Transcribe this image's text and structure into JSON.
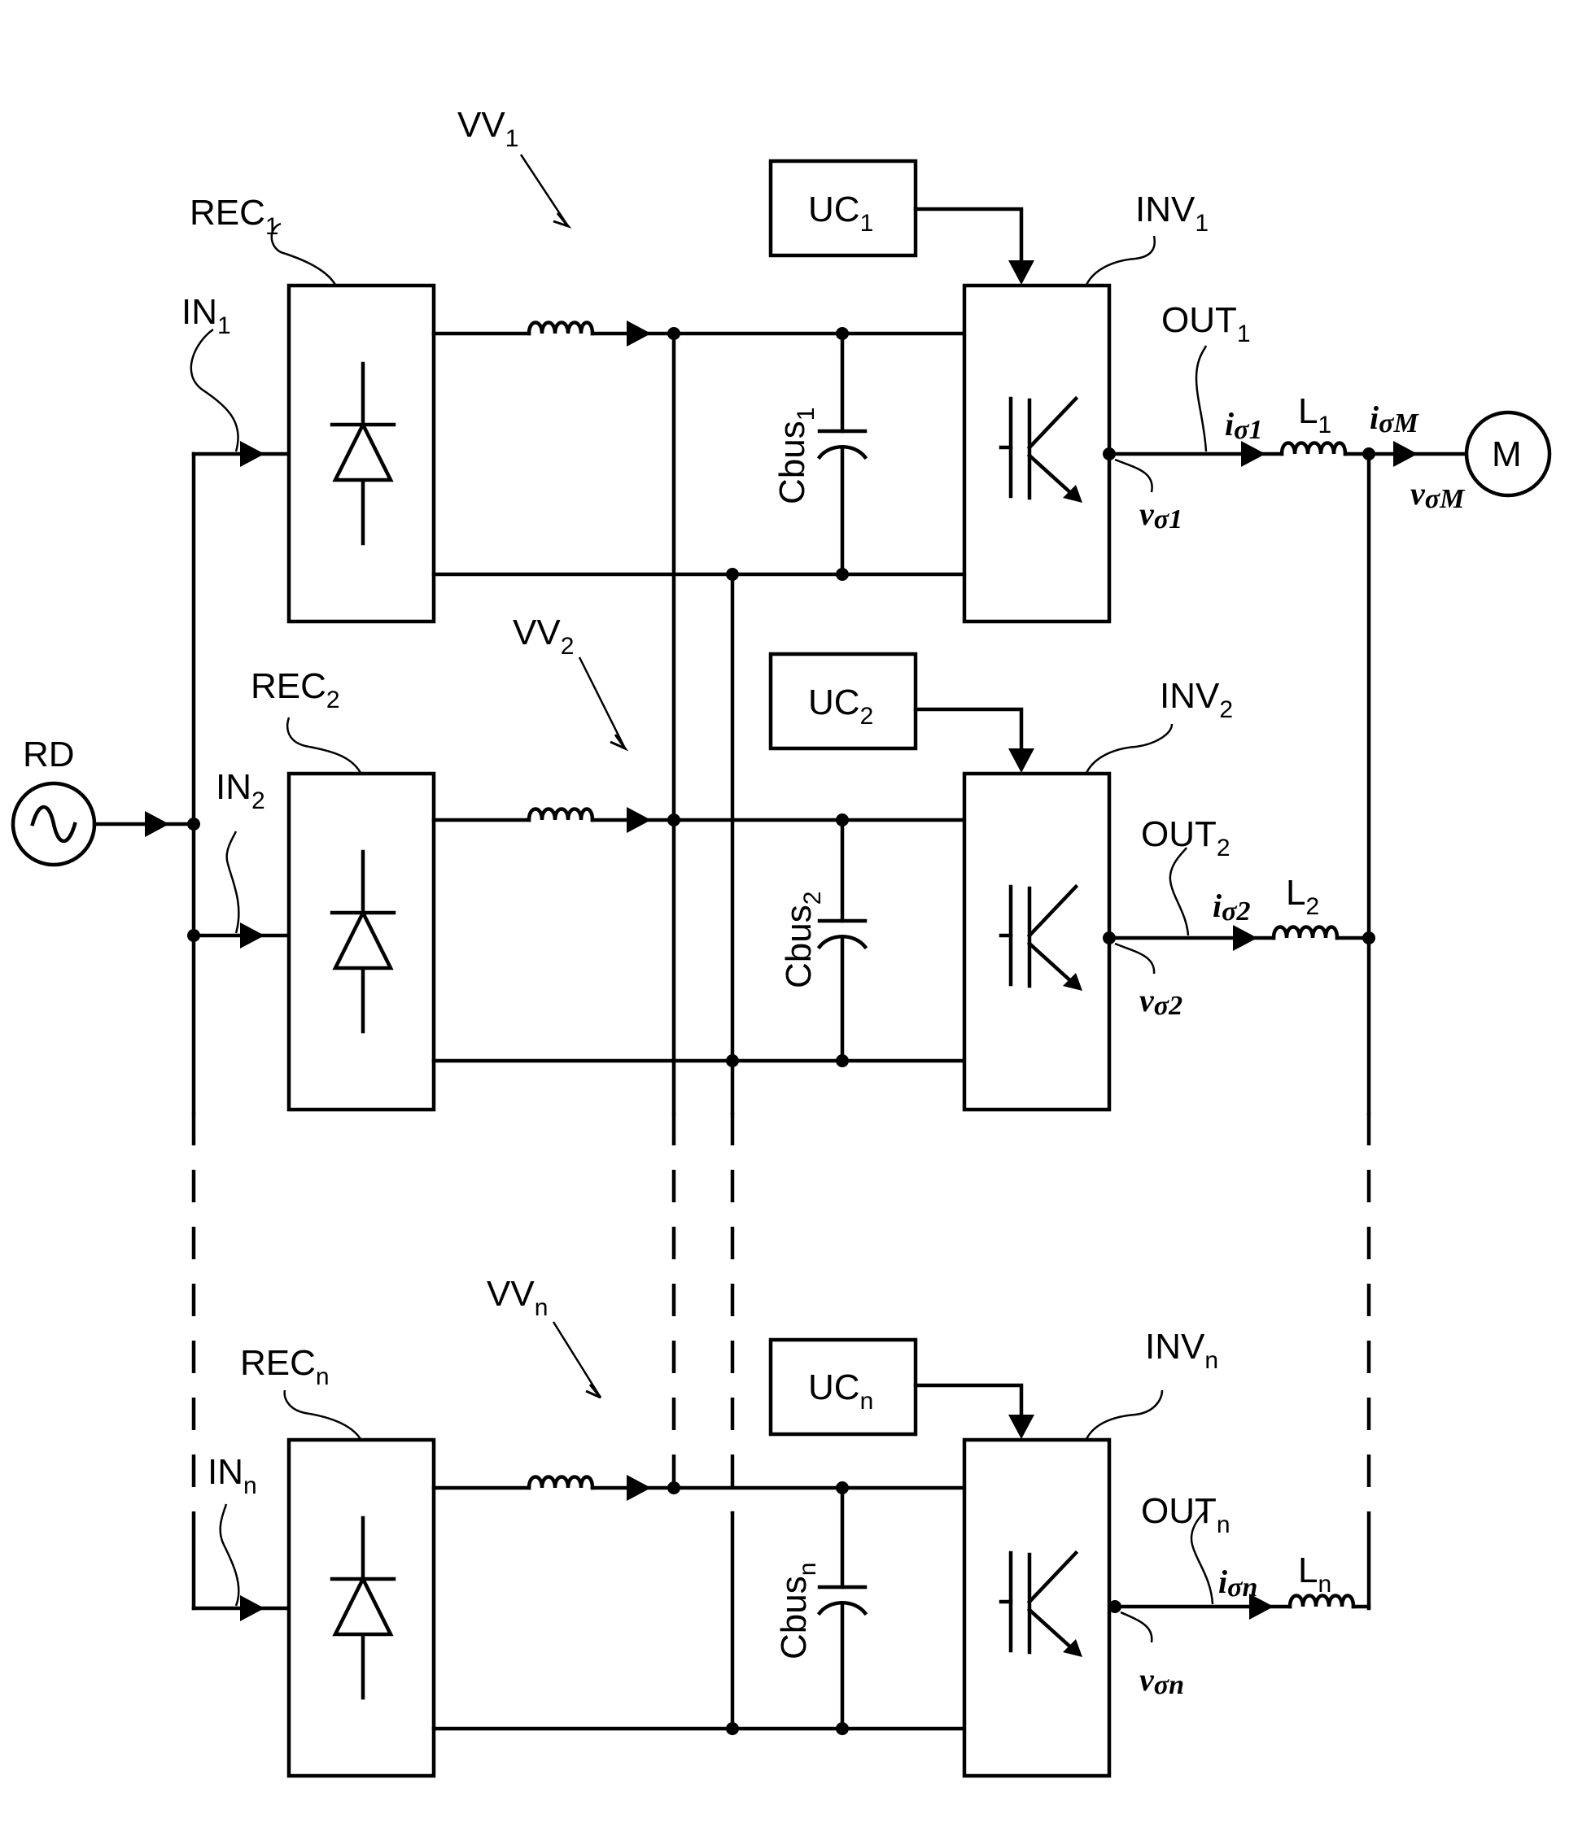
{
  "source": {
    "main": "RD"
  },
  "motor": {
    "label": "M"
  },
  "motor_current": {
    "base": "i",
    "sub": "σM"
  },
  "motor_voltage": {
    "base": "v",
    "sub": "σM"
  },
  "drives": [
    {
      "vv": "VV",
      "vv_sub": "1",
      "rec": "REC",
      "rec_sub": "1",
      "in": "IN",
      "in_sub": "1",
      "uc": "UC",
      "uc_sub": "1",
      "inv": "INV",
      "inv_sub": "1",
      "out": "OUT",
      "out_sub": "1",
      "cbus": "Cbus",
      "cbus_sub": "1",
      "l": "L",
      "l_sub": "1",
      "i": "i",
      "i_sub": "σ1",
      "v": "v",
      "v_sub": "σ1"
    },
    {
      "vv": "VV",
      "vv_sub": "2",
      "rec": "REC",
      "rec_sub": "2",
      "in": "IN",
      "in_sub": "2",
      "uc": "UC",
      "uc_sub": "2",
      "inv": "INV",
      "inv_sub": "2",
      "out": "OUT",
      "out_sub": "2",
      "cbus": "Cbus",
      "cbus_sub": "2",
      "l": "L",
      "l_sub": "2",
      "i": "i",
      "i_sub": "σ2",
      "v": "v",
      "v_sub": "σ2"
    },
    {
      "vv": "VV",
      "vv_sub": "n",
      "rec": "REC",
      "rec_sub": "n",
      "in": "IN",
      "in_sub": "n",
      "uc": "UC",
      "uc_sub": "n",
      "inv": "INV",
      "inv_sub": "n",
      "out": "OUT",
      "out_sub": "n",
      "cbus": "Cbus",
      "cbus_sub": "n",
      "l": "L",
      "l_sub": "n",
      "i": "i",
      "i_sub": "σn",
      "v": "v",
      "v_sub": "σn"
    }
  ]
}
